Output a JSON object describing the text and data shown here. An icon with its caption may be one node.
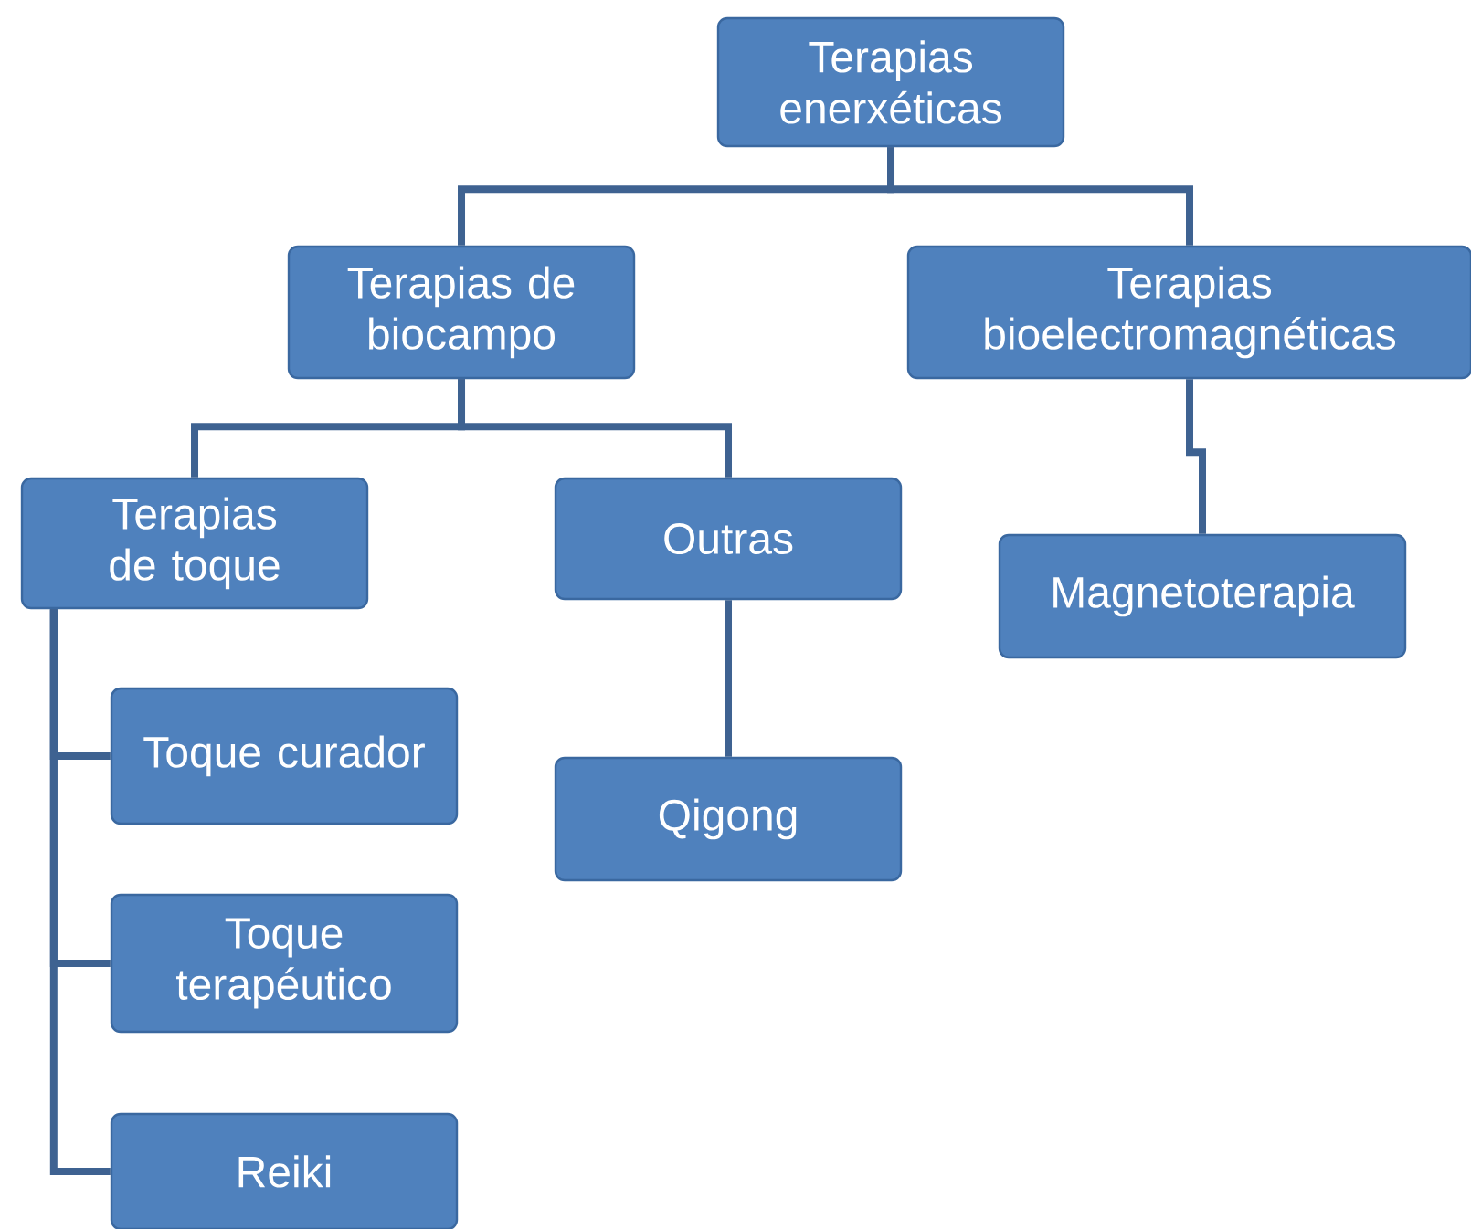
{
  "diagram": {
    "nodes": [
      {
        "text": [
          "Terapias enerxéticas"
        ]
      },
      {
        "text": [
          "Terapias de biocampo"
        ]
      },
      {
        "text": [
          "Terapias bioelectromagnéticas"
        ]
      },
      {
        "text": [
          "Terapias de toque"
        ]
      },
      {
        "text": [
          "Outras"
        ]
      },
      {
        "text": [
          "Magnetoterapia"
        ]
      },
      {
        "text": [
          "Toque curador"
        ]
      },
      {
        "text": [
          "Qigong"
        ]
      },
      {
        "text": [
          "Toque terapéutico"
        ]
      },
      {
        "text": [
          "Reiki"
        ]
      }
    ],
    "edges": [
      {
        "from": 0,
        "to": 1,
        "arrow": "none"
      },
      {
        "from": 0,
        "to": 2,
        "arrow": "none"
      },
      {
        "from": 1,
        "to": 3,
        "arrow": "none"
      },
      {
        "from": 1,
        "to": 4,
        "arrow": "none"
      },
      {
        "from": 2,
        "to": 5,
        "arrow": "none"
      },
      {
        "from": 3,
        "to": 6,
        "arrow": "none"
      },
      {
        "from": 4,
        "to": 7,
        "arrow": "none"
      },
      {
        "from": 3,
        "to": 8,
        "arrow": "none"
      },
      {
        "from": 3,
        "to": 9,
        "arrow": "none"
      }
    ]
  }
}
